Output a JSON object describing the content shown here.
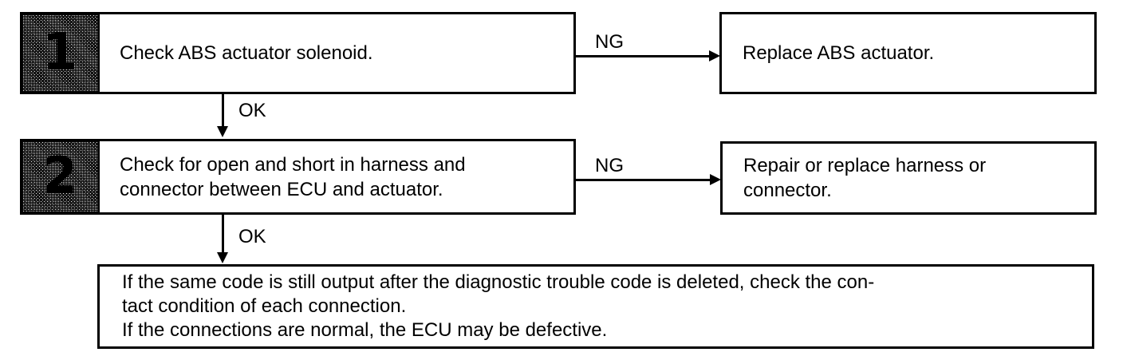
{
  "diagram": {
    "title": "ABS actuator solenoid diagnostic flowchart",
    "line_color": "#000000",
    "background_color": "#ffffff",
    "badge_fill_color": "#b4b4b4"
  },
  "steps": [
    {
      "number": "1",
      "lines": [
        "Check ABS actuator solenoid."
      ],
      "fail_label": "NG",
      "pass_label": "OK",
      "result": {
        "lines": [
          "Replace ABS actuator."
        ]
      }
    },
    {
      "number": "2",
      "lines": [
        "Check for open and short in harness and",
        "connector between ECU and actuator."
      ],
      "fail_label": "NG",
      "pass_label": "OK",
      "result": {
        "lines": [
          "Repair or replace harness or",
          "connector."
        ]
      }
    }
  ],
  "conclusion": {
    "lines": [
      "If the same code is still output after the diagnostic trouble code is deleted, check the con-",
      "tact condition of each connection.",
      "If the connections are normal, the ECU may be defective."
    ]
  }
}
